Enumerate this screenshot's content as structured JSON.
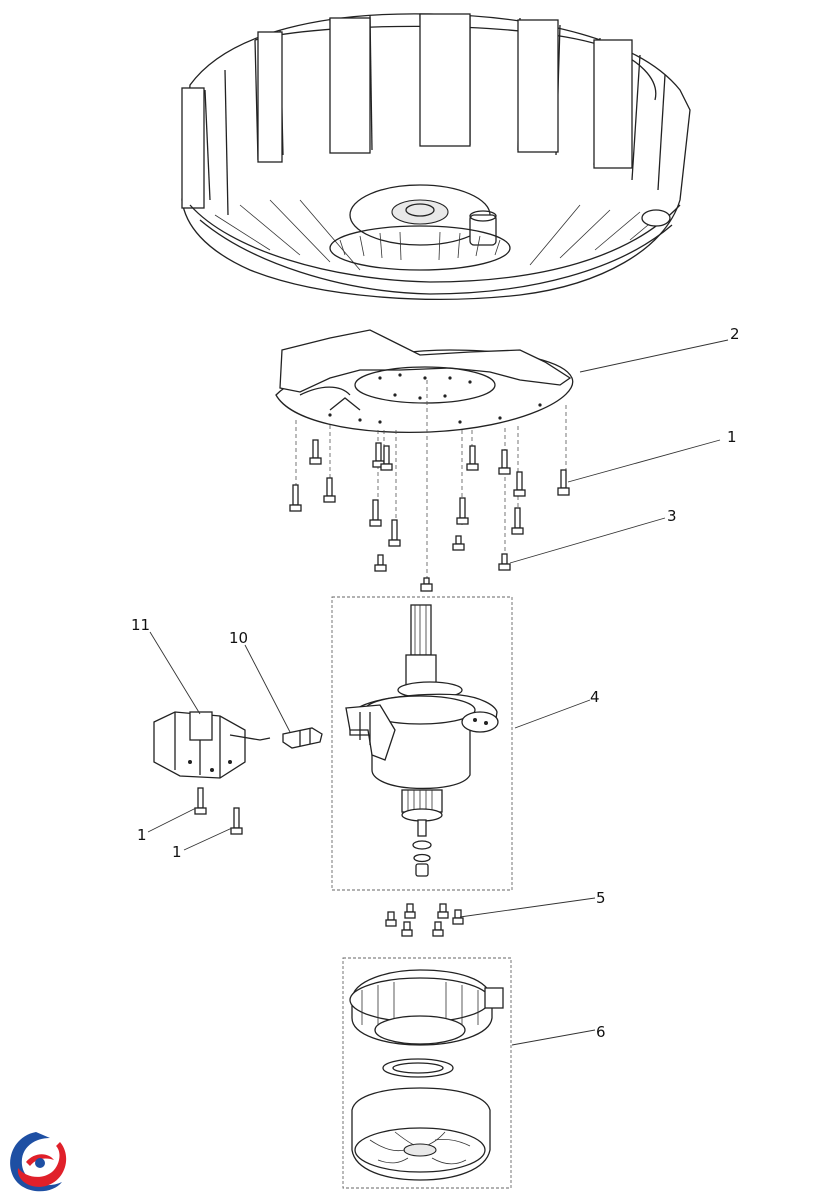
{
  "callouts": {
    "c1_top": "1",
    "c2": "2",
    "c3": "3",
    "c4": "4",
    "c5": "5",
    "c6": "6",
    "c10": "10",
    "c11": "11",
    "c1_left_a": "1",
    "c1_left_b": "1"
  },
  "logo": {
    "colors": {
      "blue": "#1e4fa3",
      "red": "#e0202a"
    }
  }
}
